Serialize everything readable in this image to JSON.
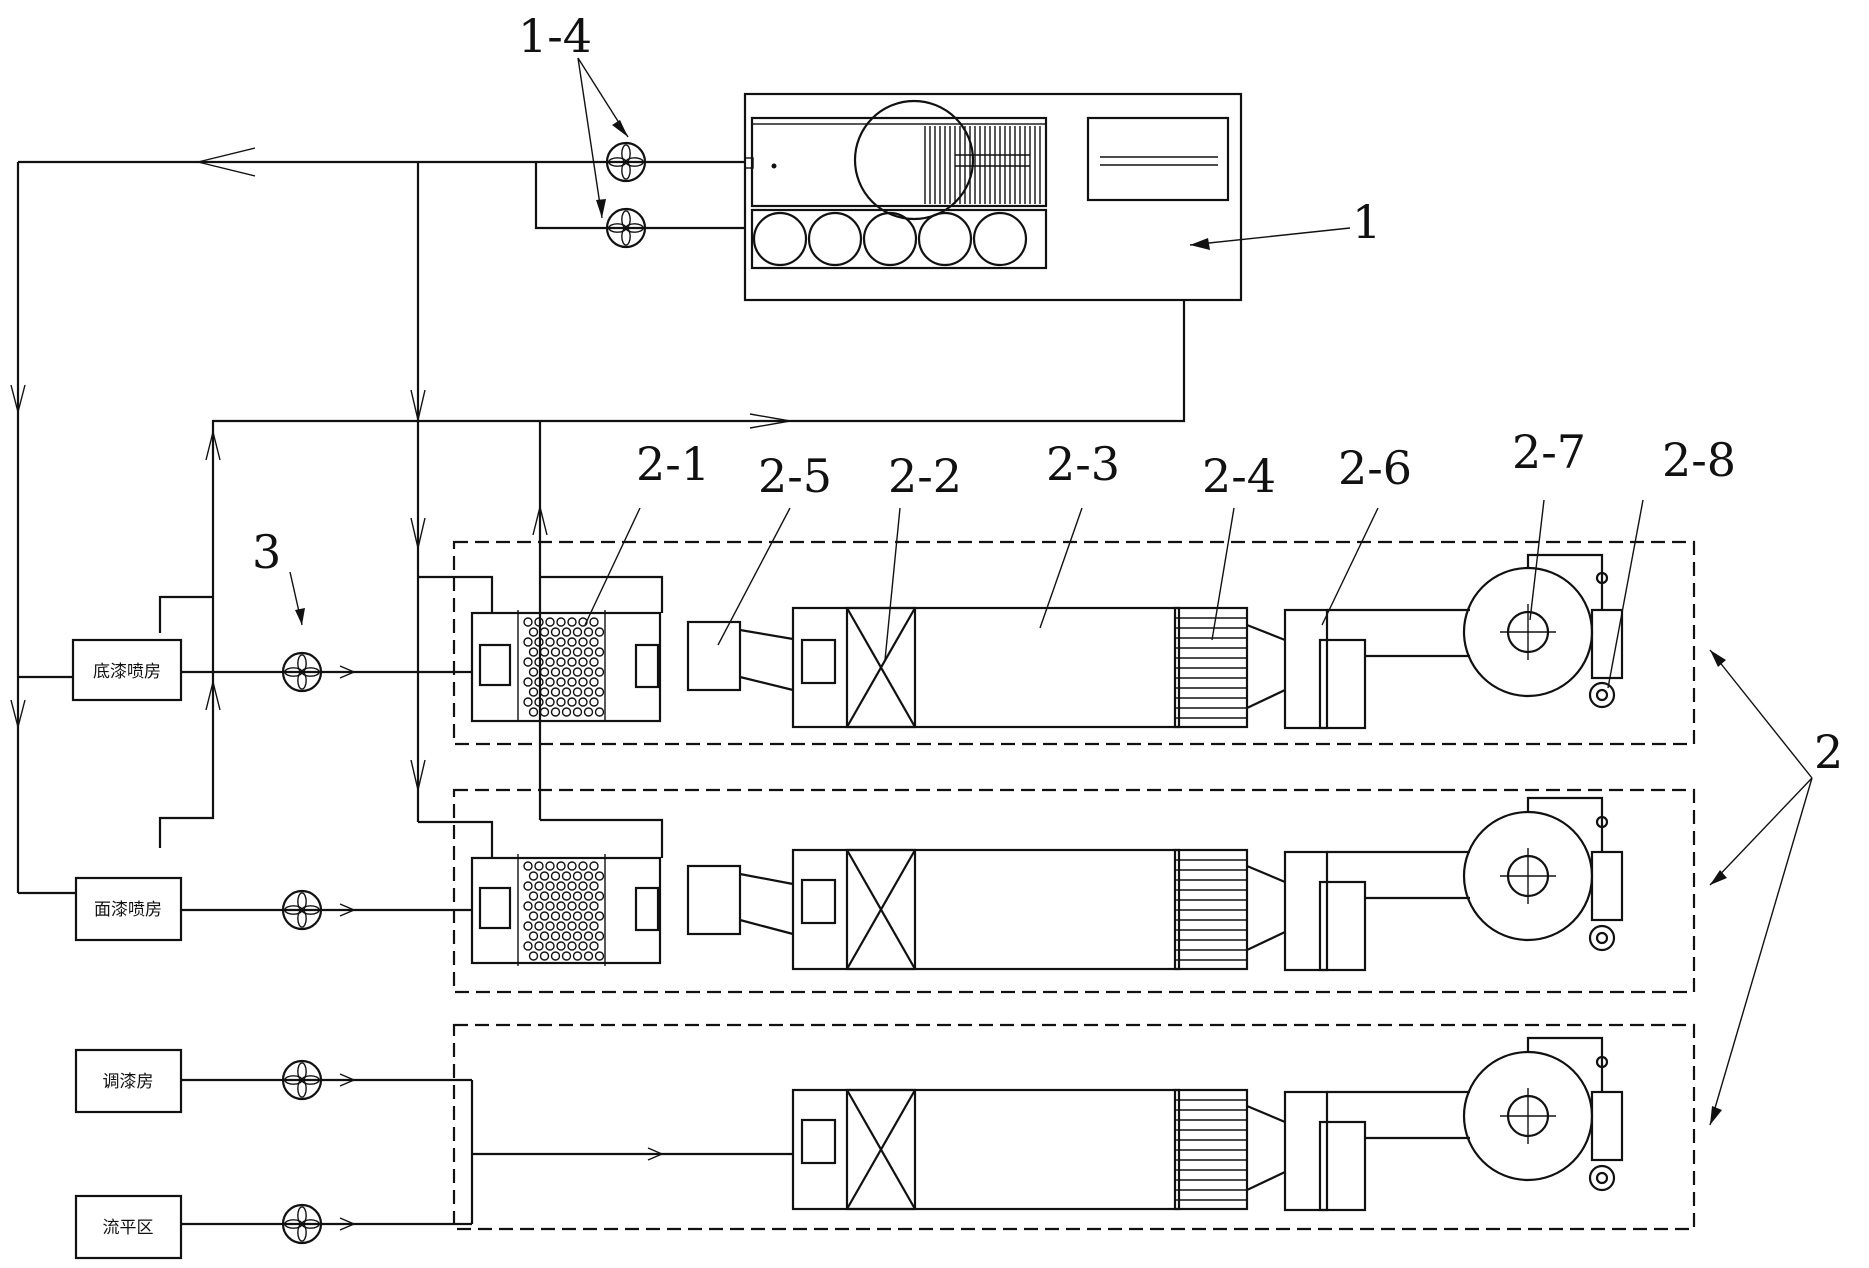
{
  "labels": {
    "ref_1_4": "1-4",
    "ref_1": "1",
    "ref_2": "2",
    "ref_3": "3",
    "ref_2_1": "2-1",
    "ref_2_2": "2-2",
    "ref_2_3": "2-3",
    "ref_2_4": "2-4",
    "ref_2_5": "2-5",
    "ref_2_6": "2-6",
    "ref_2_7": "2-7",
    "ref_2_8": "2-8"
  },
  "rooms": {
    "base_paint_booth": "底漆喷房",
    "top_paint_booth": "面漆喷房",
    "paint_mixing_room": "调漆房",
    "flash_off_zone": "流平区"
  },
  "colors": {
    "line": "#111111",
    "background": "#ffffff"
  }
}
